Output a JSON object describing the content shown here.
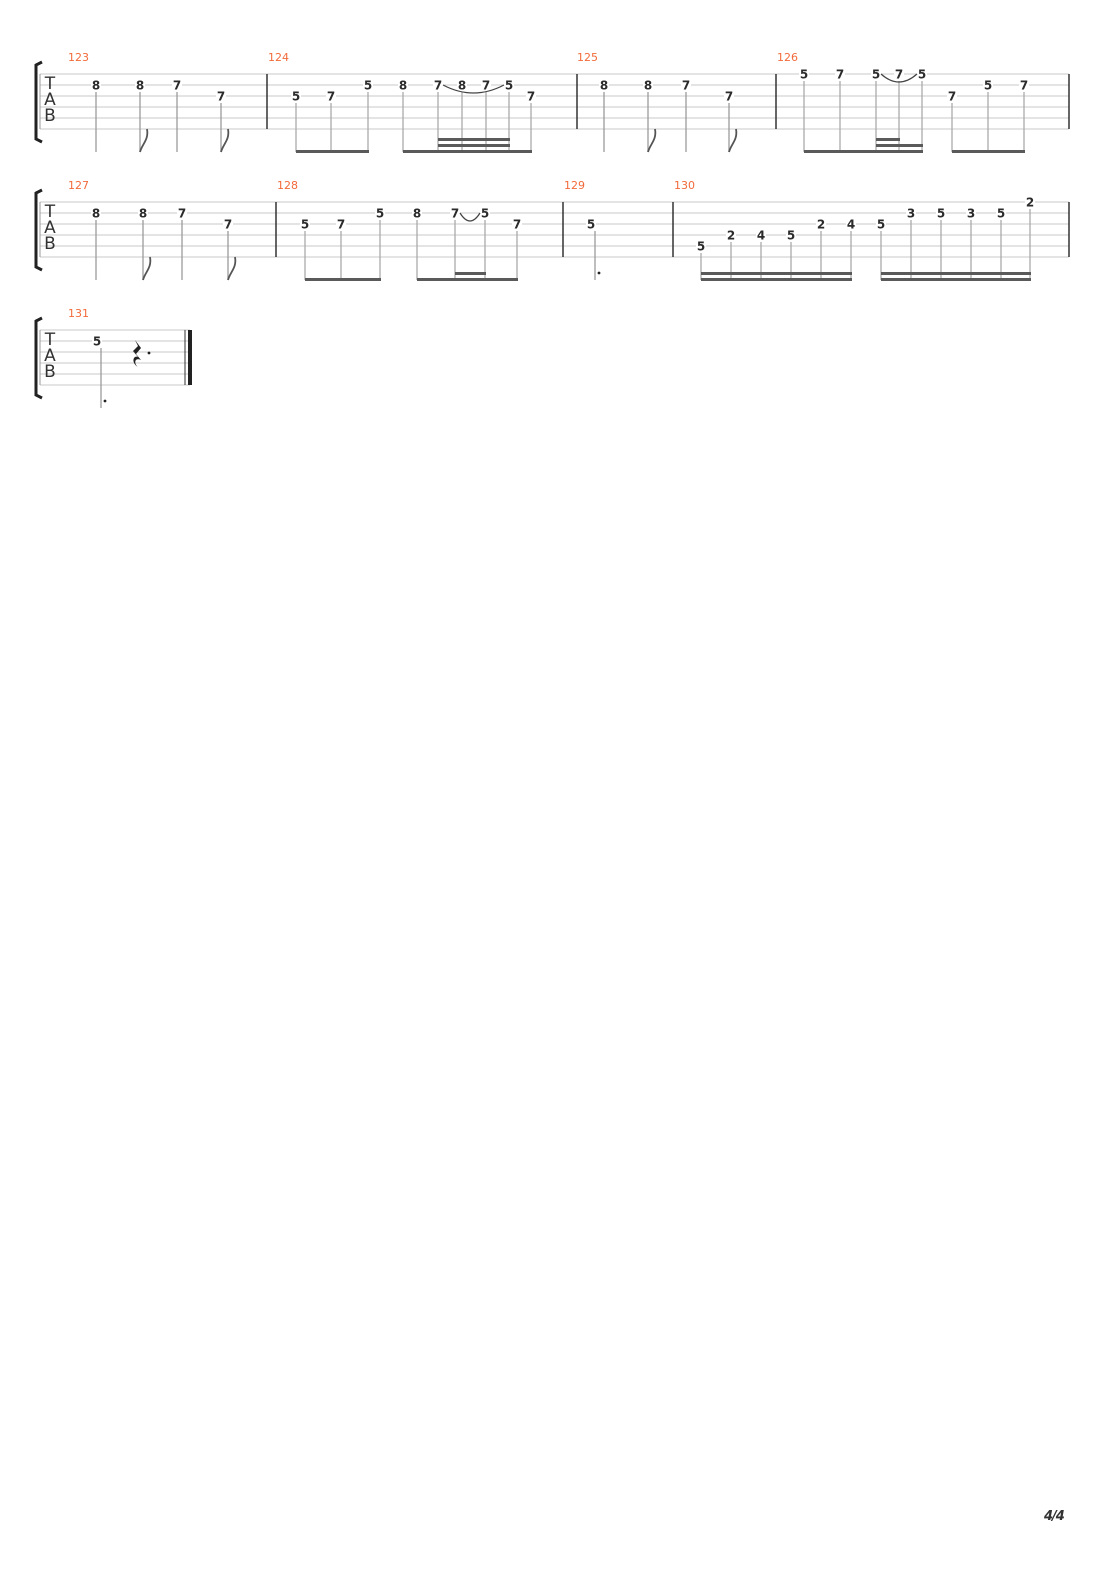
{
  "clef_letters": [
    "T",
    "A",
    "B"
  ],
  "colors": {
    "measure_number": "#f26a3a",
    "fret": "#2b2b2b",
    "staff": "#c8c8c8",
    "stem": "#9a9a9a",
    "beam": "#5a5a5a",
    "bar": "#333333"
  },
  "systems": [
    {
      "measures": [
        {
          "number": "123",
          "notes": [
            {
              "fret": "8",
              "string": 2,
              "duration": "quarter"
            },
            {
              "fret": "8",
              "string": 2,
              "duration": "eighth"
            },
            {
              "fret": "7",
              "string": 2,
              "duration": "quarter"
            },
            {
              "fret": "7",
              "string": 3,
              "duration": "eighth"
            }
          ],
          "beams": [],
          "slurs": []
        },
        {
          "number": "124",
          "notes": [
            {
              "fret": "5",
              "string": 3,
              "duration": "eighth"
            },
            {
              "fret": "7",
              "string": 3,
              "duration": "eighth"
            },
            {
              "fret": "5",
              "string": 2,
              "duration": "eighth"
            },
            {
              "fret": "8",
              "string": 2,
              "duration": "eighth"
            },
            {
              "fret": "7",
              "string": 2,
              "duration": "32nd"
            },
            {
              "fret": "8",
              "string": 2,
              "duration": "32nd"
            },
            {
              "fret": "7",
              "string": 2,
              "duration": "32nd"
            },
            {
              "fret": "5",
              "string": 2,
              "duration": "32nd"
            },
            {
              "fret": "7",
              "string": 3,
              "duration": "eighth"
            }
          ],
          "beams": [
            [
              0,
              2
            ],
            [
              3,
              8
            ]
          ],
          "slurs": [
            [
              4,
              7
            ]
          ]
        },
        {
          "number": "125",
          "notes": [
            {
              "fret": "8",
              "string": 2,
              "duration": "quarter"
            },
            {
              "fret": "8",
              "string": 2,
              "duration": "eighth"
            },
            {
              "fret": "7",
              "string": 2,
              "duration": "quarter"
            },
            {
              "fret": "7",
              "string": 3,
              "duration": "eighth"
            }
          ],
          "beams": [],
          "slurs": []
        },
        {
          "number": "126",
          "notes": [
            {
              "fret": "5",
              "string": 1,
              "duration": "eighth"
            },
            {
              "fret": "7",
              "string": 1,
              "duration": "eighth"
            },
            {
              "fret": "5",
              "string": 1,
              "duration": "32nd"
            },
            {
              "fret": "7",
              "string": 1,
              "duration": "32nd"
            },
            {
              "fret": "5",
              "string": 1,
              "duration": "16th"
            },
            {
              "fret": "7",
              "string": 3,
              "duration": "eighth"
            },
            {
              "fret": "5",
              "string": 2,
              "duration": "eighth"
            },
            {
              "fret": "7",
              "string": 2,
              "duration": "eighth"
            }
          ],
          "beams": [
            [
              0,
              4
            ],
            [
              5,
              7
            ]
          ],
          "slurs": [
            [
              2,
              4
            ]
          ]
        }
      ]
    },
    {
      "measures": [
        {
          "number": "127",
          "notes": [
            {
              "fret": "8",
              "string": 2,
              "duration": "quarter"
            },
            {
              "fret": "8",
              "string": 2,
              "duration": "eighth"
            },
            {
              "fret": "7",
              "string": 2,
              "duration": "quarter"
            },
            {
              "fret": "7",
              "string": 3,
              "duration": "eighth"
            }
          ],
          "beams": [],
          "slurs": []
        },
        {
          "number": "128",
          "notes": [
            {
              "fret": "5",
              "string": 3,
              "duration": "eighth"
            },
            {
              "fret": "7",
              "string": 3,
              "duration": "eighth"
            },
            {
              "fret": "5",
              "string": 2,
              "duration": "eighth"
            },
            {
              "fret": "8",
              "string": 2,
              "duration": "eighth"
            },
            {
              "fret": "7",
              "string": 2,
              "duration": "16th"
            },
            {
              "fret": "5",
              "string": 2,
              "duration": "16th"
            },
            {
              "fret": "7",
              "string": 3,
              "duration": "eighth"
            }
          ],
          "beams": [
            [
              0,
              2
            ],
            [
              3,
              6
            ]
          ],
          "slurs": [
            [
              4,
              5
            ]
          ]
        },
        {
          "number": "129",
          "notes": [
            {
              "fret": "5",
              "string": 3,
              "duration": "half-dotted"
            }
          ],
          "beams": [],
          "slurs": []
        },
        {
          "number": "130",
          "notes": [
            {
              "fret": "5",
              "string": 5,
              "duration": "16th"
            },
            {
              "fret": "2",
              "string": 4,
              "duration": "16th"
            },
            {
              "fret": "4",
              "string": 4,
              "duration": "16th"
            },
            {
              "fret": "5",
              "string": 4,
              "duration": "16th"
            },
            {
              "fret": "2",
              "string": 3,
              "duration": "16th"
            },
            {
              "fret": "4",
              "string": 3,
              "duration": "16th"
            },
            {
              "fret": "5",
              "string": 3,
              "duration": "16th"
            },
            {
              "fret": "3",
              "string": 2,
              "duration": "16th"
            },
            {
              "fret": "5",
              "string": 2,
              "duration": "16th"
            },
            {
              "fret": "3",
              "string": 2,
              "duration": "16th"
            },
            {
              "fret": "5",
              "string": 2,
              "duration": "16th"
            },
            {
              "fret": "2",
              "string": 1,
              "duration": "16th"
            }
          ],
          "beams": [
            [
              0,
              5
            ],
            [
              6,
              11
            ]
          ],
          "slurs": []
        }
      ]
    },
    {
      "measures": [
        {
          "number": "131",
          "notes": [
            {
              "fret": "5",
              "string": 2,
              "duration": "half"
            }
          ],
          "rest": "quarter-rest-dotted",
          "beams": [],
          "slurs": [],
          "final_barline": true
        }
      ]
    }
  ],
  "page_number": "4/4"
}
